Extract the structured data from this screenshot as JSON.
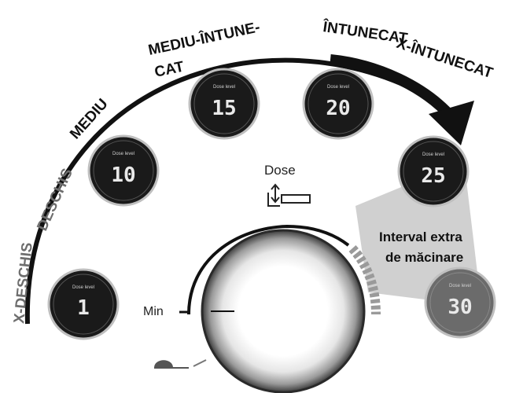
{
  "labels": {
    "x_deschis": "X-DESCHIS",
    "deschis": "DESCHIS",
    "mediu": "MEDIU",
    "mediu_intunecat_1": "MEDIU-ÎNTUNE-",
    "mediu_intunecat_2": "CAT",
    "intunecat": "ÎNTUNECAT",
    "x_intunecat": "X-ÎNTUNECAT"
  },
  "dials": [
    {
      "value": "1",
      "caption": "Dose level"
    },
    {
      "value": "10",
      "caption": "Dose level"
    },
    {
      "value": "15",
      "caption": "Dose level"
    },
    {
      "value": "20",
      "caption": "Dose level"
    },
    {
      "value": "25",
      "caption": "Dose level"
    },
    {
      "value": "30",
      "caption": "Dose level"
    }
  ],
  "extra_range": {
    "line1": "Interval extra",
    "line2": "de măcinare"
  },
  "dose_label": "Dose",
  "min_label": "Min",
  "colors": {
    "dial_bg": "#1a1a1a",
    "dial_ring": "#bfbfbf",
    "dial_gray": "#6b6b6b",
    "extra_zone": "#c9c9c9",
    "arrow": "#1a1a1a"
  }
}
